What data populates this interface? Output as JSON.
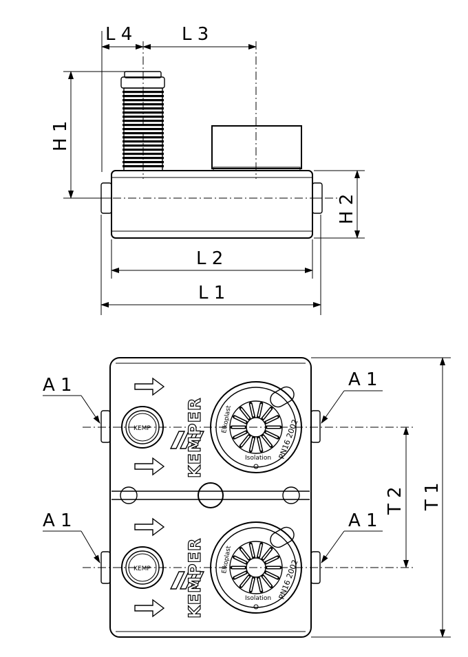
{
  "labels": {
    "L1": "L 1",
    "L2": "L 2",
    "L3": "L 3",
    "L4": "L 4",
    "H1": "H 1",
    "H2": "H 2",
    "T1": "T 1",
    "T2": "T 2",
    "A1": "A 1"
  },
  "brand": "KEMPER",
  "unit_label": "PN16 2002",
  "maker_mark": "Elkoplast",
  "flow_mark": "Isolation"
}
